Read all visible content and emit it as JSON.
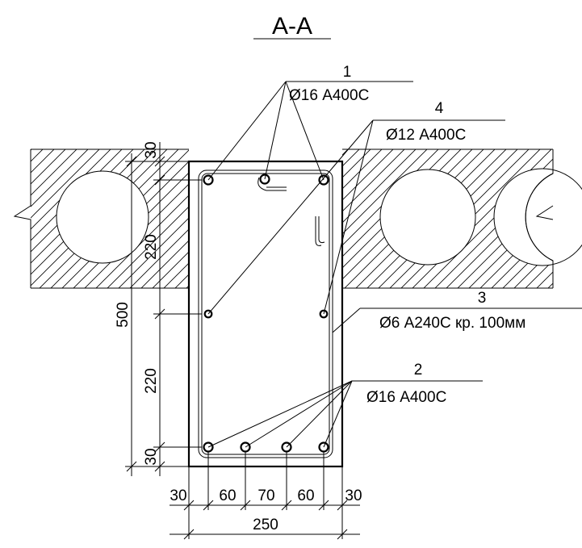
{
  "section_title": "А-А",
  "callouts": {
    "c1": {
      "number": "1",
      "spec": "Ø16 А400С"
    },
    "c4": {
      "number": "4",
      "spec": "Ø12 А400С"
    },
    "c3": {
      "number": "3",
      "spec": "Ø6 А240С кр. 100мм"
    },
    "c2": {
      "number": "2",
      "spec": "Ø16 А400С"
    }
  },
  "dimensions": {
    "vertical": {
      "total": "500",
      "top_cover": "30",
      "slab_part": "220",
      "lower_part": "220",
      "bottom_cover": "30"
    },
    "horizontal": {
      "total": "250",
      "segments": [
        "30",
        "60",
        "70",
        "60",
        "30"
      ]
    }
  }
}
